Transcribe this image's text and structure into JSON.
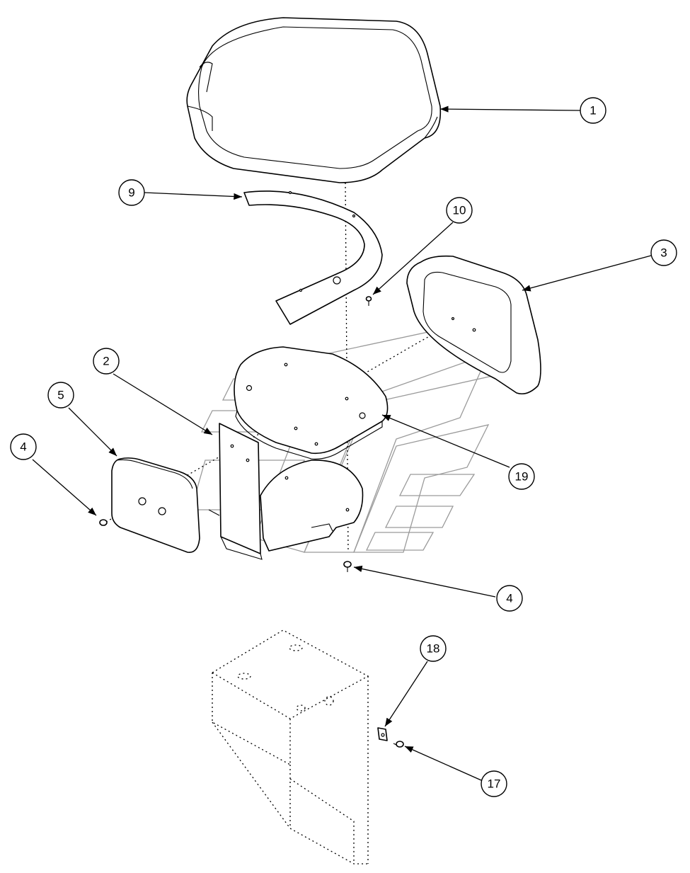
{
  "diagram": {
    "type": "exploded-parts-view",
    "callouts": [
      {
        "id": "callout-1",
        "label": "1"
      },
      {
        "id": "callout-9",
        "label": "9"
      },
      {
        "id": "callout-10",
        "label": "10"
      },
      {
        "id": "callout-3",
        "label": "3"
      },
      {
        "id": "callout-2",
        "label": "2"
      },
      {
        "id": "callout-5",
        "label": "5"
      },
      {
        "id": "callout-4a",
        "label": "4"
      },
      {
        "id": "callout-19",
        "label": "19"
      },
      {
        "id": "callout-4b",
        "label": "4"
      },
      {
        "id": "callout-18",
        "label": "18"
      },
      {
        "id": "callout-17",
        "label": "17"
      }
    ]
  }
}
